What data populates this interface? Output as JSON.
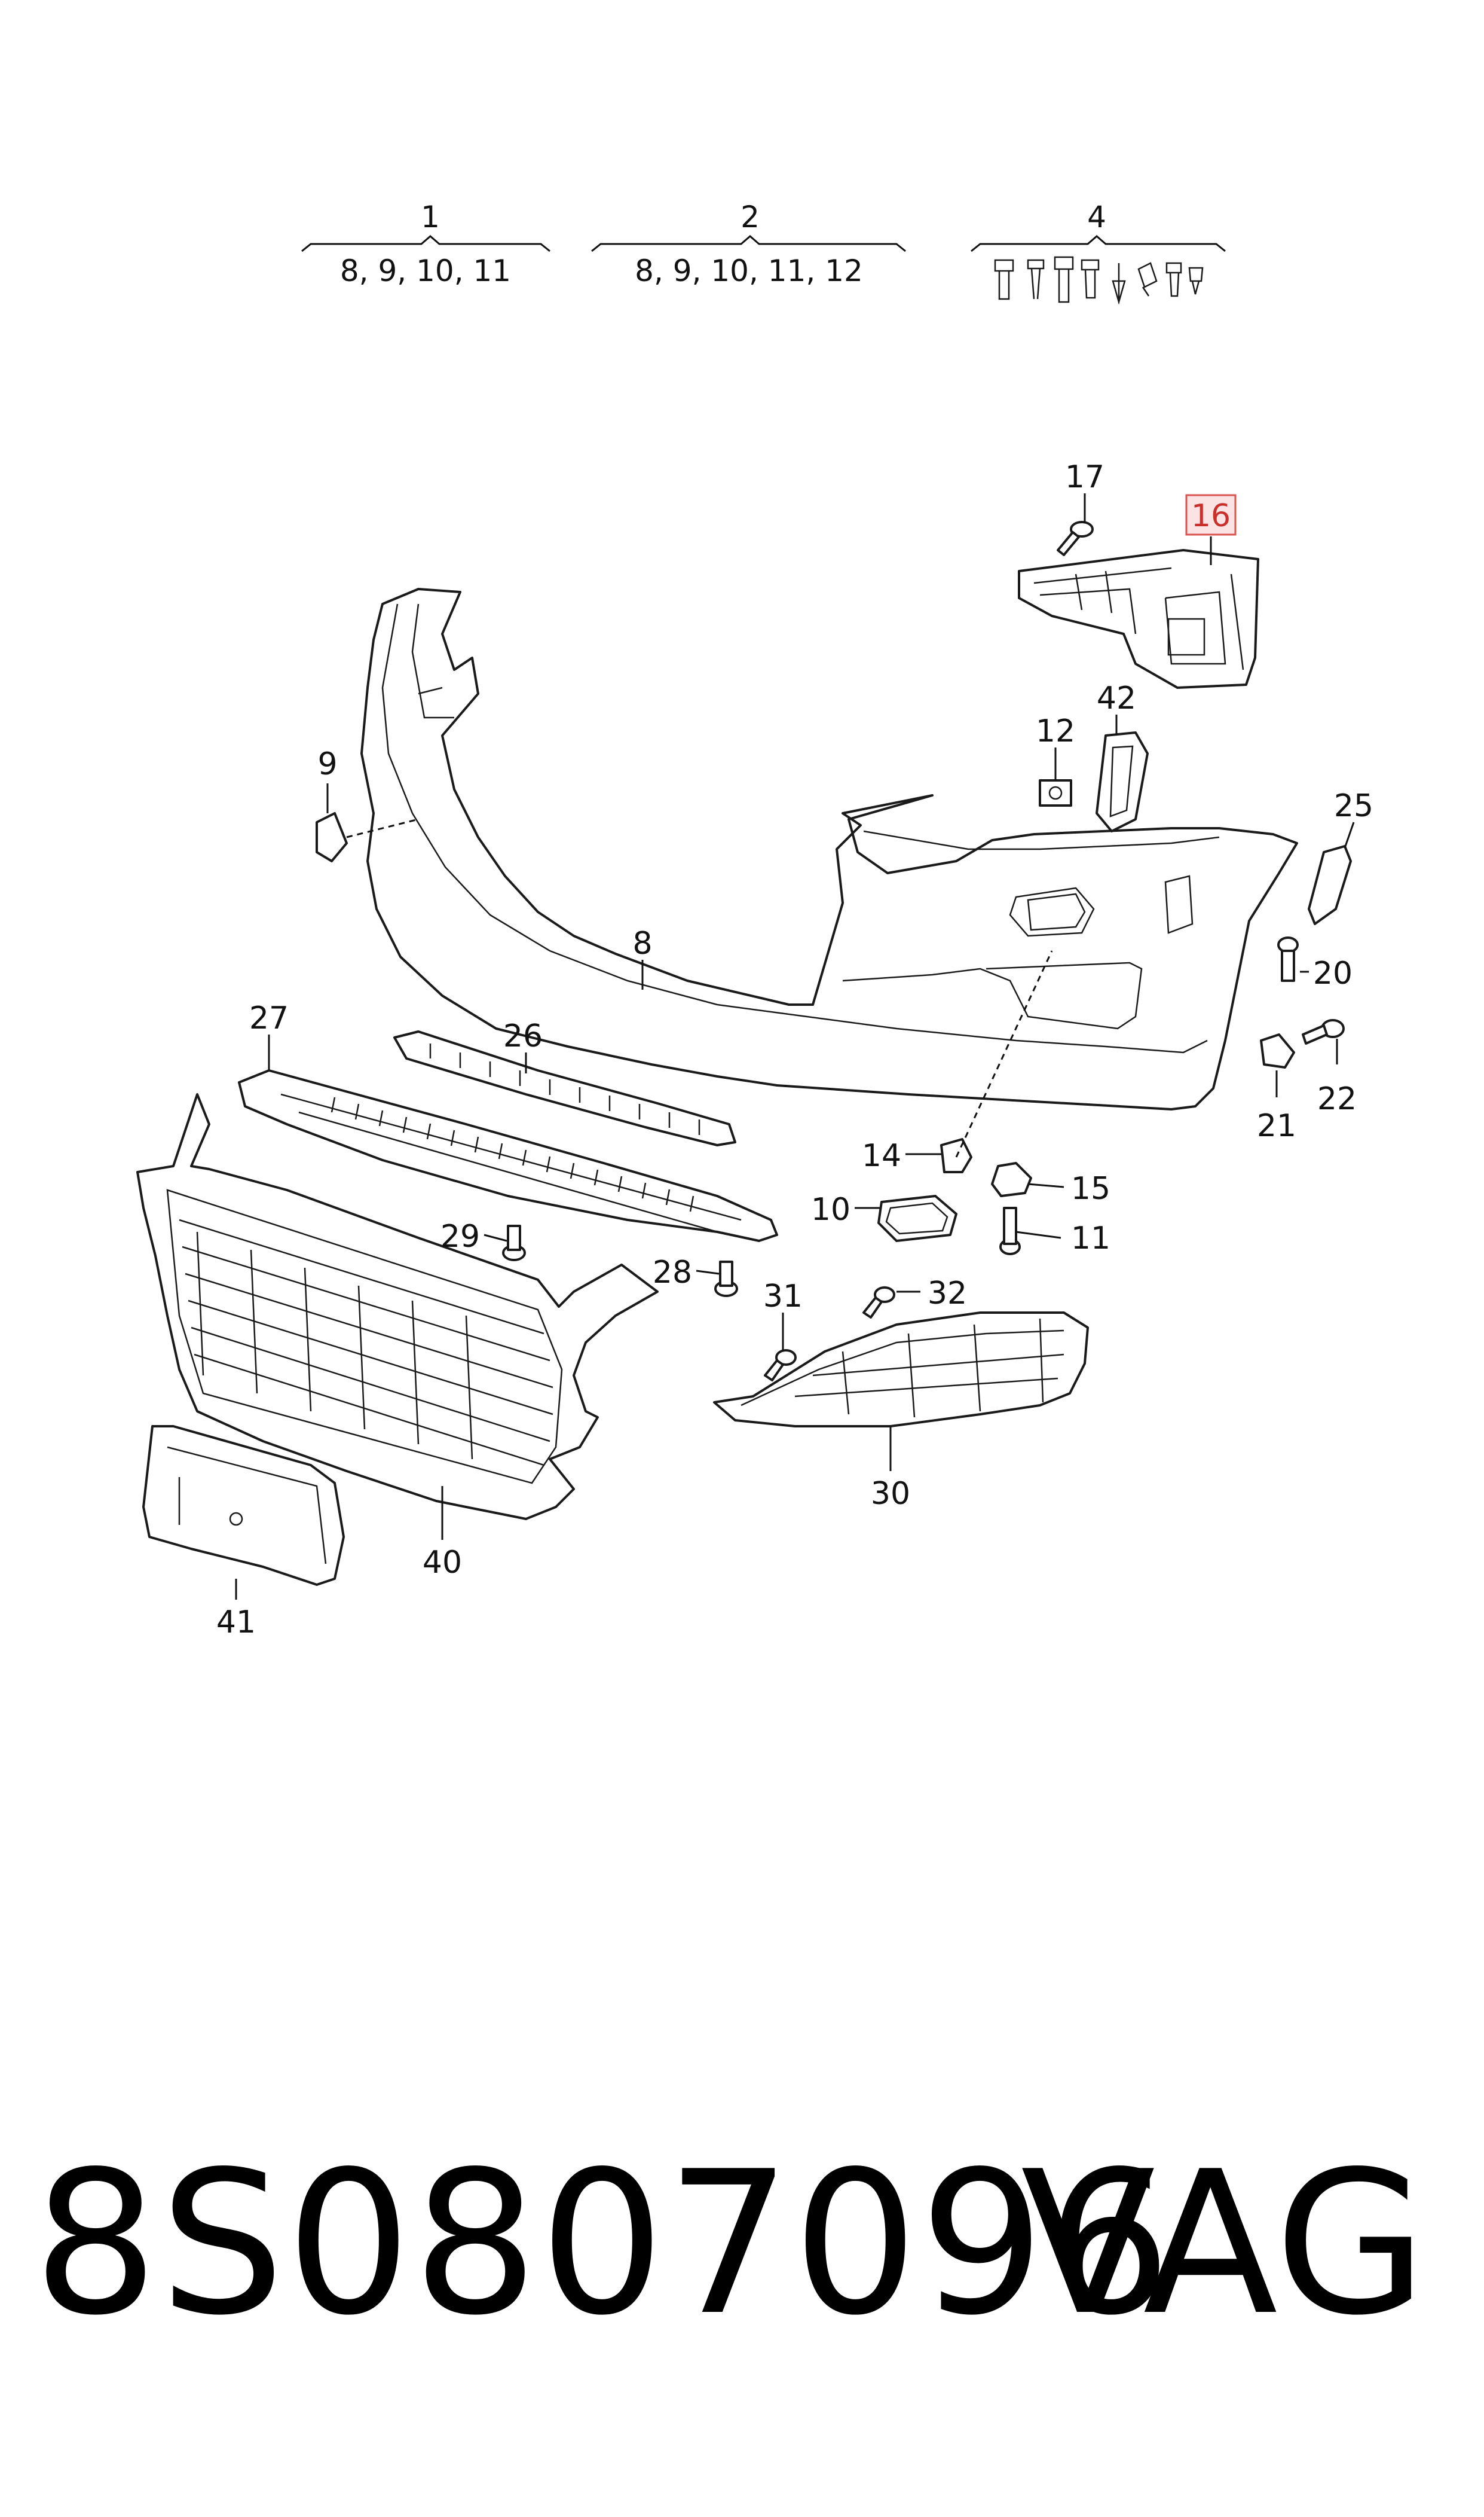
{
  "groups": [
    {
      "label": "1",
      "items": "8, 9, 10, 11"
    },
    {
      "label": "2",
      "items": "8, 9, 10, 11, 12"
    },
    {
      "label": "4",
      "items": ""
    }
  ],
  "callouts": {
    "c8": "8",
    "c9": "9",
    "c10": "10",
    "c11": "11",
    "c12": "12",
    "c14": "14",
    "c15": "15",
    "c16": "16",
    "c17": "17",
    "c20": "20",
    "c21": "21",
    "c22": "22",
    "c25": "25",
    "c26": "26",
    "c27": "27",
    "c28": "28",
    "c29": "29",
    "c30": "30",
    "c31": "31",
    "c32": "32",
    "c40": "40",
    "c41": "41",
    "c42": "42"
  },
  "highlight": {
    "color": "#d9534f",
    "fill": "#fbe3e3"
  },
  "footer": {
    "part_number": "8S0807096",
    "brand": "VAG"
  }
}
